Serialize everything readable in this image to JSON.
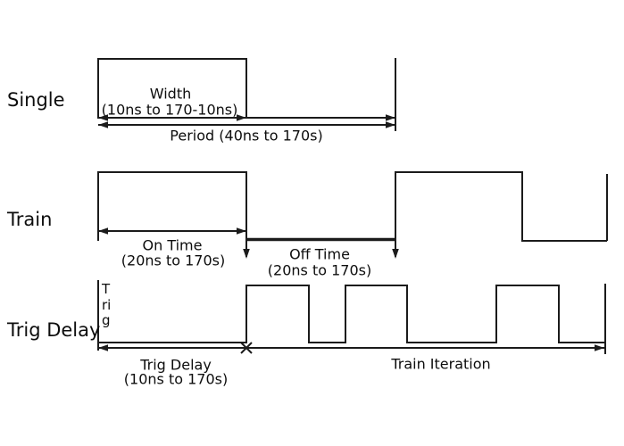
{
  "diagram": {
    "single": {
      "row_label": "Single",
      "pulse_label_line1": "Width",
      "pulse_label_line2": "(10ns to 170-10ns)",
      "period_label": "Period (40ns to 170s)"
    },
    "train": {
      "row_label": "Train",
      "on_time_line1": "On Time",
      "on_time_line2": "(20ns to 170s)",
      "off_time_line1": "Off Time",
      "off_time_line2": "(20ns to 170s)"
    },
    "trig_delay": {
      "row_label": "Trig Delay",
      "trigger_label": "Trig",
      "delay_line1": "Trig Delay",
      "delay_line2": "(10ns to 170s)",
      "iteration_label": "Train Iteration"
    },
    "colors": {
      "line": "#1b1b1b",
      "text": "#0d0d0d",
      "background": "#ffffff"
    }
  }
}
